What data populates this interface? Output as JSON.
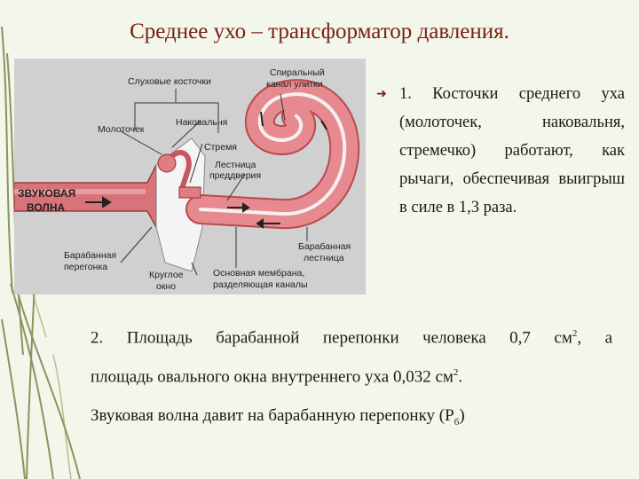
{
  "title": "Среднее ухо – трансформатор давления.",
  "figure": {
    "labels": {
      "ossicles": "Слуховые косточки",
      "spiral_canal_1": "Спиральный",
      "spiral_canal_2": "канал улитки",
      "malleus": "Молоточек",
      "incus": "Наковальня",
      "stapes": "Стремя",
      "vestibule_1": "Лестница",
      "vestibule_2": "преддверия",
      "sound_wave_1": "ЗВУКОВАЯ",
      "sound_wave_2": "ВОЛНА",
      "eardrum_1": "Барабанная",
      "eardrum_2": "перегонка",
      "round_window_1": "Круглое",
      "round_window_2": "окно",
      "basilar_1": "Основная мембрана,",
      "basilar_2": "разделяющая каналы",
      "tympani_1": "Барабанная",
      "tympani_2": "лестница"
    }
  },
  "bullet": {
    "text": "1. Косточки среднего уха (молоточек, наковальня, стремечко) работают, как рычаги, обеспечивая выигрыш в силе в 1,3 раза."
  },
  "para2": {
    "line1_a": "2. Площадь барабанной перепонки человека 0,7 см",
    "line1_sup": "2",
    "line1_b": ", а",
    "line2_a": "площадь овального окна внутреннего уха 0,032 см",
    "line2_sup": "2",
    "line2_b": ".",
    "line3_a": "Звуковая волна давит на барабанную перепонку (Р",
    "line3_sub": "б",
    "line3_b": ")"
  },
  "colors": {
    "title": "#7a1e12",
    "figure_bg": "#d0d0d0",
    "tissue": "#d9737a",
    "page_bg": "#f3f6ea"
  }
}
